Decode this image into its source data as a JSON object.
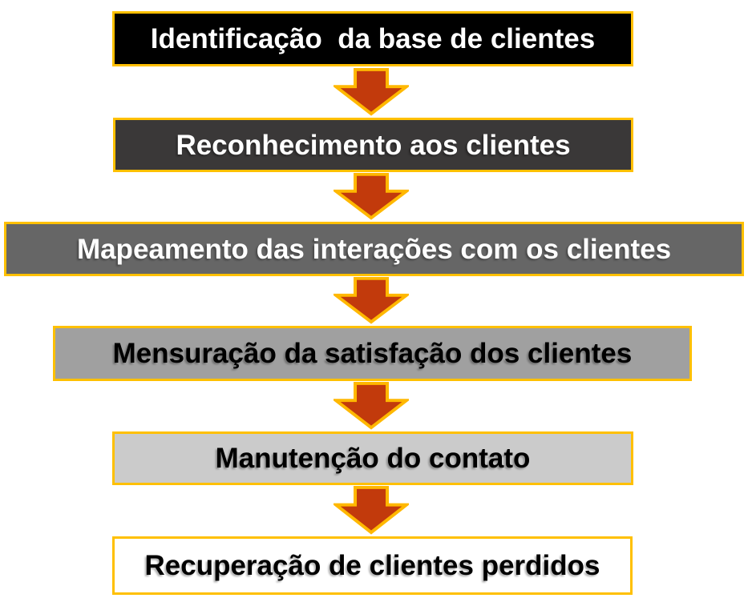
{
  "diagram": {
    "type": "vertical-process-flowchart",
    "language": "pt-BR",
    "border_color": "#FFC000",
    "arrow": {
      "direction": "down",
      "count": 5,
      "fill": "#C23A0C",
      "stroke": "#FFB800"
    },
    "steps": [
      {
        "label": "Identificação  da base de clientes",
        "bg": "#000000",
        "text_color": "#FFFFFF"
      },
      {
        "label": "Reconhecimento aos clientes",
        "bg": "#3A3838",
        "text_color": "#FFFFFF"
      },
      {
        "label": "Mapeamento das interações com os clientes",
        "bg": "#666666",
        "text_color": "#FFFFFF"
      },
      {
        "label": "Mensuração da satisfação dos clientes",
        "bg": "#A0A0A0",
        "text_color": "#000000"
      },
      {
        "label": "Manutenção do contato",
        "bg": "#CBCBCB",
        "text_color": "#000000"
      },
      {
        "label": "Recuperação de clientes perdidos",
        "bg": "#FFFFFF",
        "text_color": "#000000"
      }
    ]
  }
}
